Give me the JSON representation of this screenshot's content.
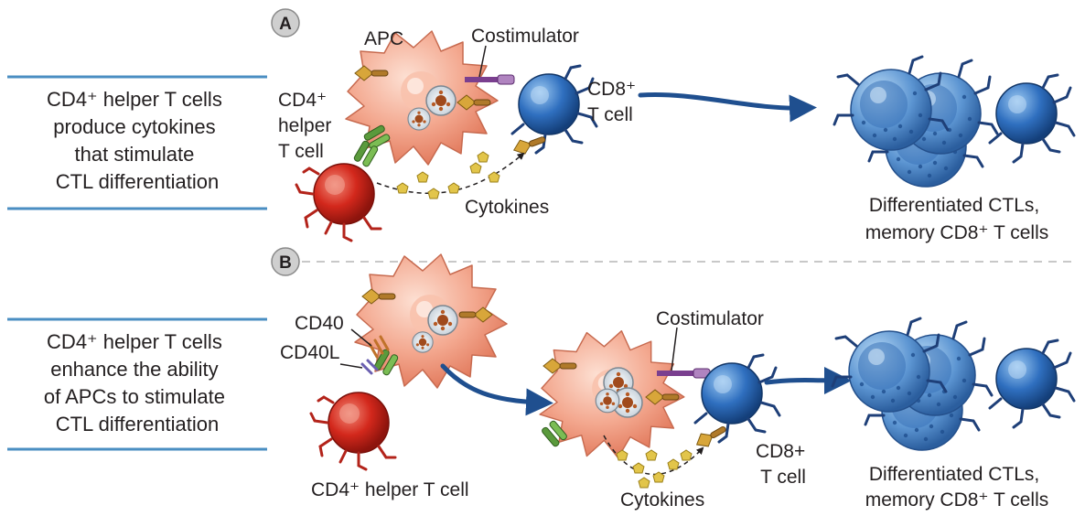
{
  "panel_a": {
    "badge": "A",
    "caption": [
      "CD4⁺ helper T cells",
      "produce cytokines",
      "that stimulate",
      "CTL differentiation"
    ],
    "apc": "APC",
    "costimulator": "Costimulator",
    "cd4_cell": [
      "CD4⁺",
      "helper",
      "T cell"
    ],
    "cd8_cell": [
      "CD8⁺",
      "T cell"
    ],
    "cytokines": "Cytokines",
    "result": [
      "Differentiated CTLs,",
      "memory CD8⁺ T cells"
    ]
  },
  "panel_b": {
    "badge": "B",
    "caption": [
      "CD4⁺ helper T cells",
      "enhance the ability",
      "of APCs to stimulate",
      "CTL differentiation"
    ],
    "cd40": "CD40",
    "cd40l": "CD40L",
    "cd4_cell": "CD4⁺ helper T cell",
    "costimulator": "Costimulator",
    "cytokines": "Cytokines",
    "cd8_cell": [
      "CD8+",
      "T cell"
    ],
    "result": [
      "Differentiated CTLs,",
      "memory CD8⁺ T cells"
    ]
  },
  "colors": {
    "apc": "#f3a78e",
    "cd4": "#d3281c",
    "cd8": "#2f6fbf",
    "arrow": "#1f4f8f",
    "rule": "#4a8ec2",
    "cytokine": "#e2c54a"
  }
}
